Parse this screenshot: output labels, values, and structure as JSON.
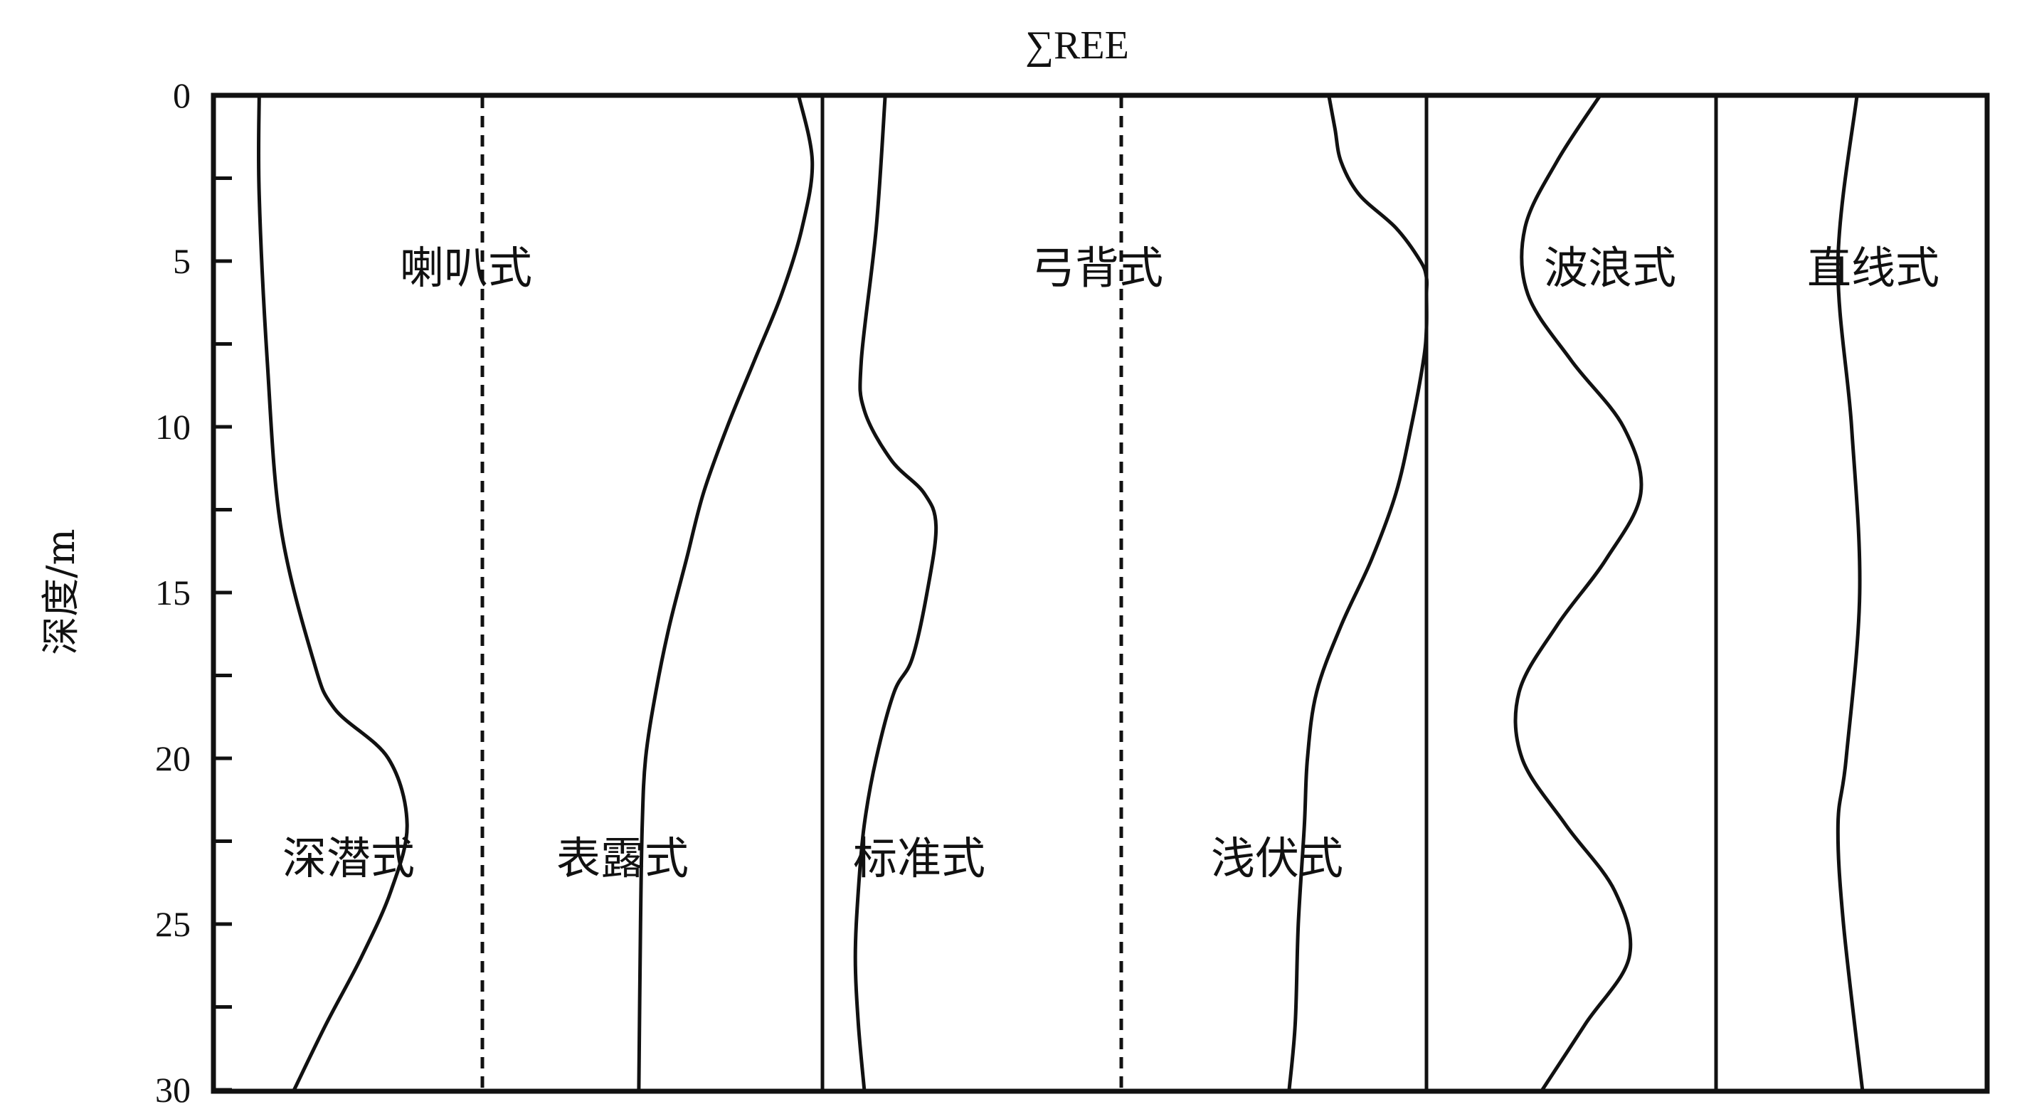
{
  "title": "∑REE",
  "ylabel": "深度/m",
  "yaxis": {
    "min": 0,
    "max": 30,
    "major_ticks": [
      0,
      5,
      10,
      15,
      20,
      25,
      30
    ],
    "minor_ticks": [
      2.5,
      7.5,
      12.5,
      17.5,
      22.5,
      27.5
    ],
    "inverted": true
  },
  "groups": [
    {
      "label": "喇叭式"
    },
    {
      "label": "弓背式"
    },
    {
      "label": "波浪式"
    },
    {
      "label": "直线式"
    }
  ],
  "profiles": [
    {
      "label": "深潜式",
      "group": "喇叭式"
    },
    {
      "label": "表露式",
      "group": "喇叭式"
    },
    {
      "label": "标准式",
      "group": "弓背式"
    },
    {
      "label": "浅伏式",
      "group": "弓背式"
    }
  ],
  "chart_data": {
    "type": "line",
    "title": "∑REE",
    "ylabel": "深度/m",
    "ylim": [
      30,
      0
    ],
    "x_unit": "relative ∑REE (0–1 within each panel)",
    "series": [
      {
        "name": "深潜式",
        "panel": "喇叭式",
        "depth": [
          0,
          3,
          8,
          13,
          17,
          18.5,
          20,
          22,
          24,
          26,
          28,
          30
        ],
        "value": [
          0.17,
          0.17,
          0.2,
          0.25,
          0.37,
          0.45,
          0.65,
          0.72,
          0.66,
          0.55,
          0.42,
          0.3
        ]
      },
      {
        "name": "表露式",
        "panel": "喇叭式",
        "depth": [
          0,
          2,
          4,
          6,
          8,
          10,
          12,
          14,
          16,
          18,
          20,
          22,
          25,
          30
        ],
        "value": [
          0.93,
          0.97,
          0.94,
          0.88,
          0.8,
          0.72,
          0.65,
          0.6,
          0.55,
          0.51,
          0.48,
          0.47,
          0.465,
          0.46
        ]
      },
      {
        "name": "标准式",
        "panel": "弓背式",
        "depth": [
          0,
          4,
          8,
          9.5,
          11,
          12,
          13,
          15,
          17,
          18,
          20,
          22,
          24,
          26,
          28,
          30
        ],
        "value": [
          0.21,
          0.18,
          0.13,
          0.14,
          0.23,
          0.34,
          0.38,
          0.35,
          0.3,
          0.24,
          0.18,
          0.14,
          0.12,
          0.11,
          0.12,
          0.14
        ]
      },
      {
        "name": "浅伏式",
        "panel": "弓背式",
        "depth": [
          0,
          1,
          2,
          3,
          4,
          5,
          5.5,
          6,
          7,
          8,
          10,
          12,
          14,
          16,
          18,
          20,
          22,
          25,
          28,
          30
        ],
        "value": [
          0.68,
          0.7,
          0.72,
          0.78,
          0.9,
          0.98,
          1.0,
          1.0,
          1.0,
          0.99,
          0.95,
          0.9,
          0.82,
          0.72,
          0.64,
          0.61,
          0.6,
          0.58,
          0.57,
          0.55
        ]
      },
      {
        "name": "波浪式",
        "panel": "波浪式",
        "depth": [
          0,
          2,
          4,
          6,
          8,
          10,
          12,
          14,
          16,
          18,
          20,
          22,
          24,
          26,
          28,
          30
        ],
        "value": [
          0.6,
          0.45,
          0.34,
          0.35,
          0.5,
          0.68,
          0.74,
          0.62,
          0.45,
          0.32,
          0.33,
          0.48,
          0.65,
          0.7,
          0.55,
          0.4
        ]
      },
      {
        "name": "直线式",
        "panel": "直线式",
        "depth": [
          0,
          5,
          10,
          15,
          20,
          22,
          25,
          30
        ],
        "value": [
          0.52,
          0.45,
          0.5,
          0.53,
          0.48,
          0.45,
          0.47,
          0.54
        ]
      }
    ]
  }
}
